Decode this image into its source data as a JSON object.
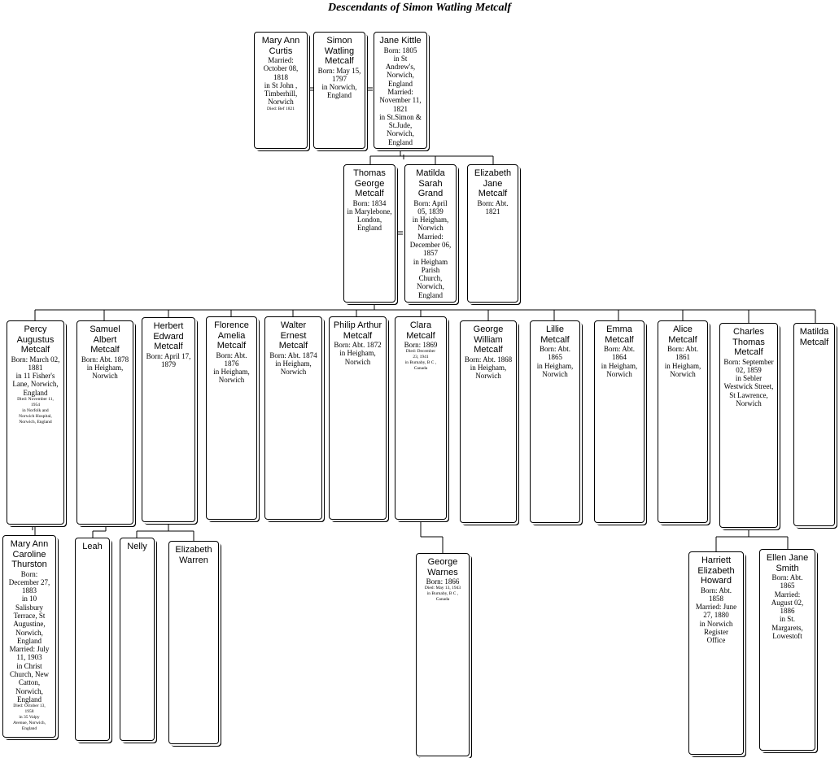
{
  "title": "Descendants of Simon Watling Metcalf",
  "spouse_marker": "=",
  "people": {
    "mary_ann_curtis": {
      "name": "Mary Ann\nCurtis",
      "details": "Married:\nOctober 08,\n1818\nin St John ,\nTimberhill,\nNorwich",
      "died": "Died: Bef 1821"
    },
    "simon_watling": {
      "name": "Simon\nWatling\nMetcalf",
      "details": "Born: May 15,\n1797\nin Norwich,\nEngland"
    },
    "jane_kittle": {
      "name": "Jane Kittle",
      "details": "Born: 1805\nin St\nAndrew's,\nNorwich,\nEngland\nMarried:\nNovember 11,\n1821\nin St.Simon &\nSt.Jude,\nNorwich,\nEngland"
    },
    "thomas_george": {
      "name": "Thomas\nGeorge\nMetcalf",
      "details": "Born: 1834\nin Marylebone,\nLondon,\nEngland"
    },
    "matilda_sarah": {
      "name": "Matilda\nSarah\nGrand",
      "details": "Born: April\n05, 1839\nin Heigham,\nNorwich\nMarried:\nDecember 06,\n1857\nin Heigham\nParish\nChurch,\nNorwich,\nEngland"
    },
    "elizabeth_jane": {
      "name": "Elizabeth\nJane\nMetcalf",
      "details": "Born: Abt.\n1821"
    },
    "percy": {
      "name": "Percy\nAugustus\nMetcalf",
      "details": "Born: March 02,\n1881\nin 11 Fisher's\nLane, Norwich,\nEngland",
      "died": "Died: November 11,\n1954\nin Norfolk and\nNorwich Hospital,\nNorwich, England"
    },
    "samuel": {
      "name": "Samuel\nAlbert\nMetcalf",
      "details": "Born: Abt. 1878\nin Heigham,\nNorwich"
    },
    "herbert": {
      "name": "Herbert\nEdward\nMetcalf",
      "details": "Born: April 17,\n1879"
    },
    "florence": {
      "name": "Florence\nAmelia\nMetcalf",
      "details": "Born: Abt.\n1876\nin Heigham,\nNorwich"
    },
    "walter": {
      "name": "Walter\nErnest\nMetcalf",
      "details": "Born: Abt. 1874\nin Heigham,\nNorwich"
    },
    "philip": {
      "name": "Philip Arthur\nMetcalf",
      "details": "Born: Abt. 1872\nin Heigham,\nNorwich"
    },
    "clara": {
      "name": "Clara\nMetcalf",
      "details": "Born: 1869",
      "died": "Died: December\n23, 1941\nin Burnaby, B C ,\nCanada"
    },
    "george_william": {
      "name": "George\nWilliam\nMetcalf",
      "details": "Born: Abt. 1868\nin Heigham,\nNorwich"
    },
    "lillie": {
      "name": "Lillie\nMetcalf",
      "details": "Born: Abt.\n1865\nin Heigham,\nNorwich"
    },
    "emma": {
      "name": "Emma\nMetcalf",
      "details": "Born: Abt.\n1864\nin Heigham,\nNorwich"
    },
    "alice": {
      "name": "Alice\nMetcalf",
      "details": "Born: Abt.\n1861\nin Heigham,\nNorwich"
    },
    "charles": {
      "name": "Charles\nThomas\nMetcalf",
      "details": "Born: September\n02, 1859\nin Sebler\nWestwick Street,\nSt Lawrence,\nNorwich"
    },
    "matilda": {
      "name": "Matilda\nMetcalf"
    },
    "mary_ann_caroline": {
      "name": "Mary Ann\nCaroline\nThurston",
      "details": "Born:\nDecember 27,\n1883\nin 10\nSalisbury\nTerrace, St\nAugustine,\nNorwich,\nEngland\nMarried: July\n11, 1903\nin Christ\nChurch, New\nCatton,\nNorwich,\nEngland",
      "died": "Died: October 13,\n1958\nin 35 Valpy\nAvenue, Norwich,\nEngland"
    },
    "leah": {
      "name": "Leah"
    },
    "nelly": {
      "name": "Nelly"
    },
    "elizabeth_warren": {
      "name": "Elizabeth\nWarren"
    },
    "george_warnes": {
      "name": "George\nWarnes",
      "details": "Born: 1866",
      "died": "Died: May 13, 1943\nin Burnaby, B C ,\nCanada"
    },
    "harriett": {
      "name": "Harriett\nElizabeth\nHoward",
      "details": "Born: Abt.\n1858\nMarried: June\n27, 1880\nin Norwich\nRegister\nOffice"
    },
    "ellen": {
      "name": "Ellen Jane\nSmith",
      "details": "Born: Abt.\n1865\nMarried:\nAugust 02,\n1886\nin St.\nMargarets,\nLowestoft"
    }
  }
}
